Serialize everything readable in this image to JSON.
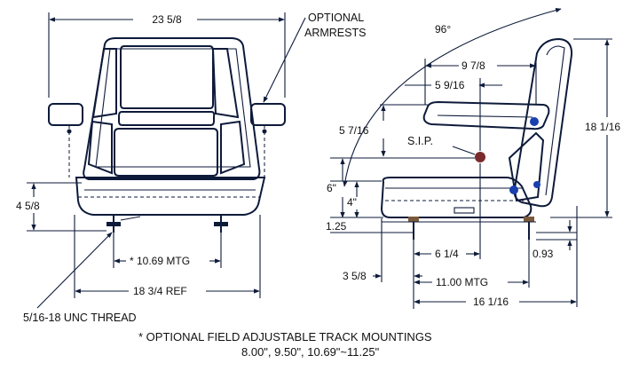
{
  "front_view": {
    "overall_width": "23 5/8",
    "armrest_label_line1": "OPTIONAL",
    "armrest_label_line2": "ARMRESTS",
    "base_height": "4 5/8",
    "mtg_width": "* 10.69  MTG",
    "ref_width": "18 3/4  REF",
    "thread_note": "5/16-18 UNC THREAD"
  },
  "side_view": {
    "recline_angle": "96°",
    "armrest_length": "9 7/8",
    "armrest_offset": "5 9/16",
    "sip_height": "5 7/16",
    "sip_label": "S.I.P.",
    "back_height": "18 1/16",
    "cushion_height_6": "6\"",
    "cushion_height_4": "4\"",
    "rail_height": "1.25",
    "sip_to_mount": "6 1/4",
    "front_offset": "3 5/8",
    "track_height": "0.93",
    "mtg_depth": "11.00  MTG",
    "overall_depth": "16 1/16"
  },
  "footer": {
    "line1": "* OPTIONAL FIELD ADJUSTABLE TRACK MOUNTINGS",
    "line2": "8.00\", 9.50\", 10.69\"~11.25\""
  }
}
